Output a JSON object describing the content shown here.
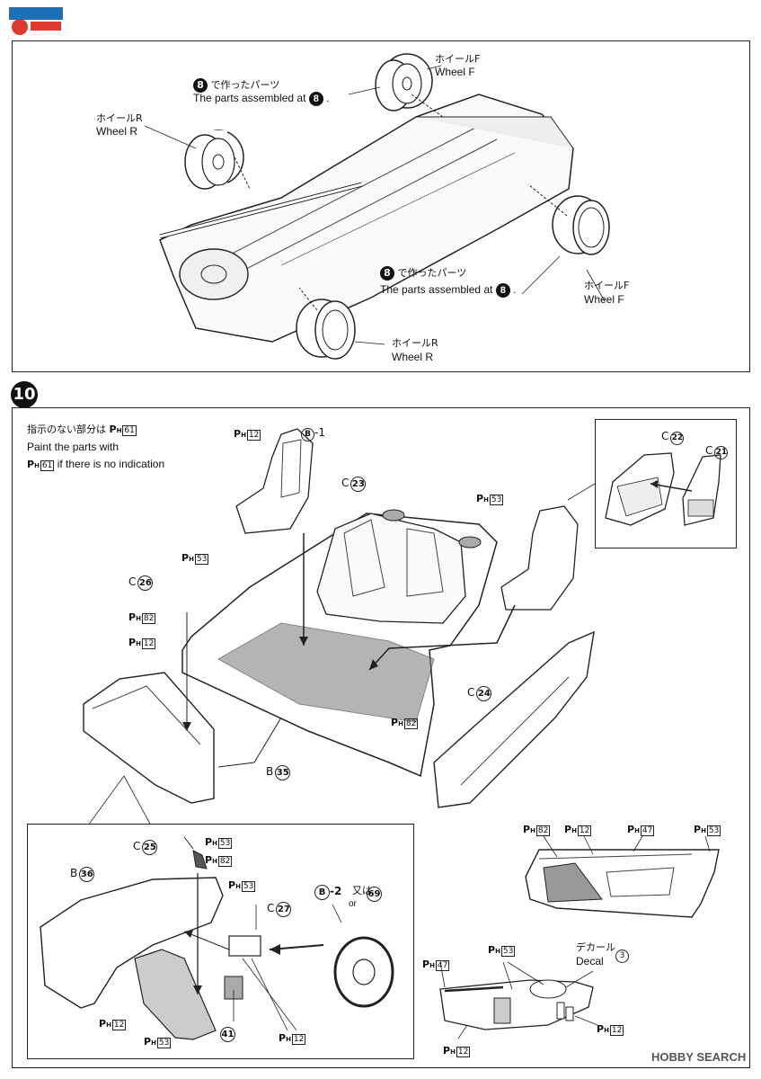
{
  "watermark_top": "",
  "watermark_bottom": "HOBBY SEARCH",
  "step9": {
    "wheel_f_top_jp": "ホイールF",
    "wheel_f_top_en": "Wheel F",
    "wheel_r_left_jp": "ホイールR",
    "wheel_r_left_en": "Wheel R",
    "parts8_top_jp_suffix": "で作ったパーツ",
    "parts8_top_en": "The parts assembled at",
    "parts8_num": "8",
    "wheel_f_right_jp": "ホイールF",
    "wheel_f_right_en": "Wheel F",
    "wheel_r_bottom_jp": "ホイールR",
    "wheel_r_bottom_en": "Wheel R"
  },
  "step10": {
    "number": "10",
    "note_jp": "指示のない部分は",
    "note_jp_ph": "61",
    "note_en1": "Paint the parts with",
    "note_en2": "if there is no indication",
    "note_en2_ph": "61",
    "ph_prefix": "P",
    "ph_sub": "H",
    "seat_ph": "12",
    "seat_part": "B",
    "seat_part_suffix": "-1",
    "c23": "23",
    "rear_ph": "53",
    "c26": "26",
    "c26_ph_top": "53",
    "c26_ph_82": "82",
    "c26_ph_12": "12",
    "floor_ph": "82",
    "c24": "24",
    "b35": "35",
    "inset_c22": "22",
    "inset_c21": "21",
    "letter_c": "C",
    "letter_b": "B"
  },
  "dash": {
    "b36": "36",
    "c25": "25",
    "c25_ph_53": "53",
    "c25_ph_82": "82",
    "c27": "27",
    "c27_ph_53": "53",
    "b2": "B",
    "b2_suffix": "-2",
    "or_jp": "又は",
    "or_en": "or",
    "alt_part": "69",
    "ph_12_a": "12",
    "ph_53_b": "53",
    "part41": "41",
    "ph_12_c": "12"
  },
  "door": {
    "ph_82": "82",
    "ph_12": "12",
    "ph_47": "47",
    "ph_53": "53"
  },
  "dashboard_small": {
    "decal_jp": "デカール",
    "decal_en": "Decal",
    "decal_num": "3",
    "ph_53": "53",
    "ph_47": "47",
    "ph_12_r": "12",
    "ph_12_b": "12"
  }
}
